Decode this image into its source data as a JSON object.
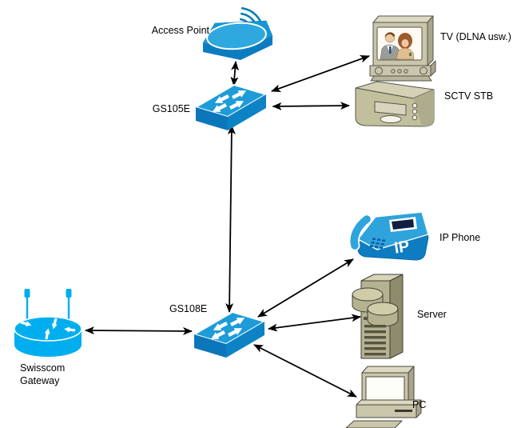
{
  "diagram": {
    "type": "network-topology",
    "background_color": "#ffffff",
    "edge_color": "#000000",
    "nodes": [
      {
        "id": "access-point",
        "label": "Access Point",
        "device": "wireless-access-point",
        "color": "#1796D2"
      },
      {
        "id": "gs105e",
        "label": "GS105E",
        "device": "ethernet-switch",
        "color": "#1D9CD8"
      },
      {
        "id": "tv",
        "label": "TV (DLNA usw.)",
        "device": "television",
        "color": "#C9C6AC"
      },
      {
        "id": "sctv-stb",
        "label": "SCTV STB",
        "device": "set-top-box",
        "color": "#C2BF9D"
      },
      {
        "id": "ip-phone",
        "label": "IP Phone",
        "device": "ip-phone",
        "icon_text": "IP",
        "color": "#2FA3DC"
      },
      {
        "id": "gs108e",
        "label": "GS108E",
        "device": "ethernet-switch",
        "color": "#1D9CD8"
      },
      {
        "id": "server",
        "label": "Server",
        "device": "server-tower",
        "color": "#B5B292"
      },
      {
        "id": "swisscom-gateway",
        "label": "Swisscom Gateway",
        "label_line1": "Swisscom",
        "label_line2": "Gateway",
        "device": "wireless-router",
        "color": "#00AEEF"
      },
      {
        "id": "pc",
        "label": "PC",
        "device": "desktop-computer",
        "color": "#C9C6AC"
      }
    ],
    "edges": [
      {
        "from": "access-point",
        "to": "gs105e",
        "style": "double-arrow"
      },
      {
        "from": "gs105e",
        "to": "tv",
        "style": "double-arrow"
      },
      {
        "from": "gs105e",
        "to": "sctv-stb",
        "style": "double-arrow"
      },
      {
        "from": "gs105e",
        "to": "gs108e",
        "style": "double-arrow"
      },
      {
        "from": "gs108e",
        "to": "ip-phone",
        "style": "double-arrow"
      },
      {
        "from": "gs108e",
        "to": "server",
        "style": "double-arrow"
      },
      {
        "from": "gs108e",
        "to": "pc",
        "style": "double-arrow"
      },
      {
        "from": "swisscom-gateway",
        "to": "gs108e",
        "style": "double-arrow"
      }
    ]
  }
}
